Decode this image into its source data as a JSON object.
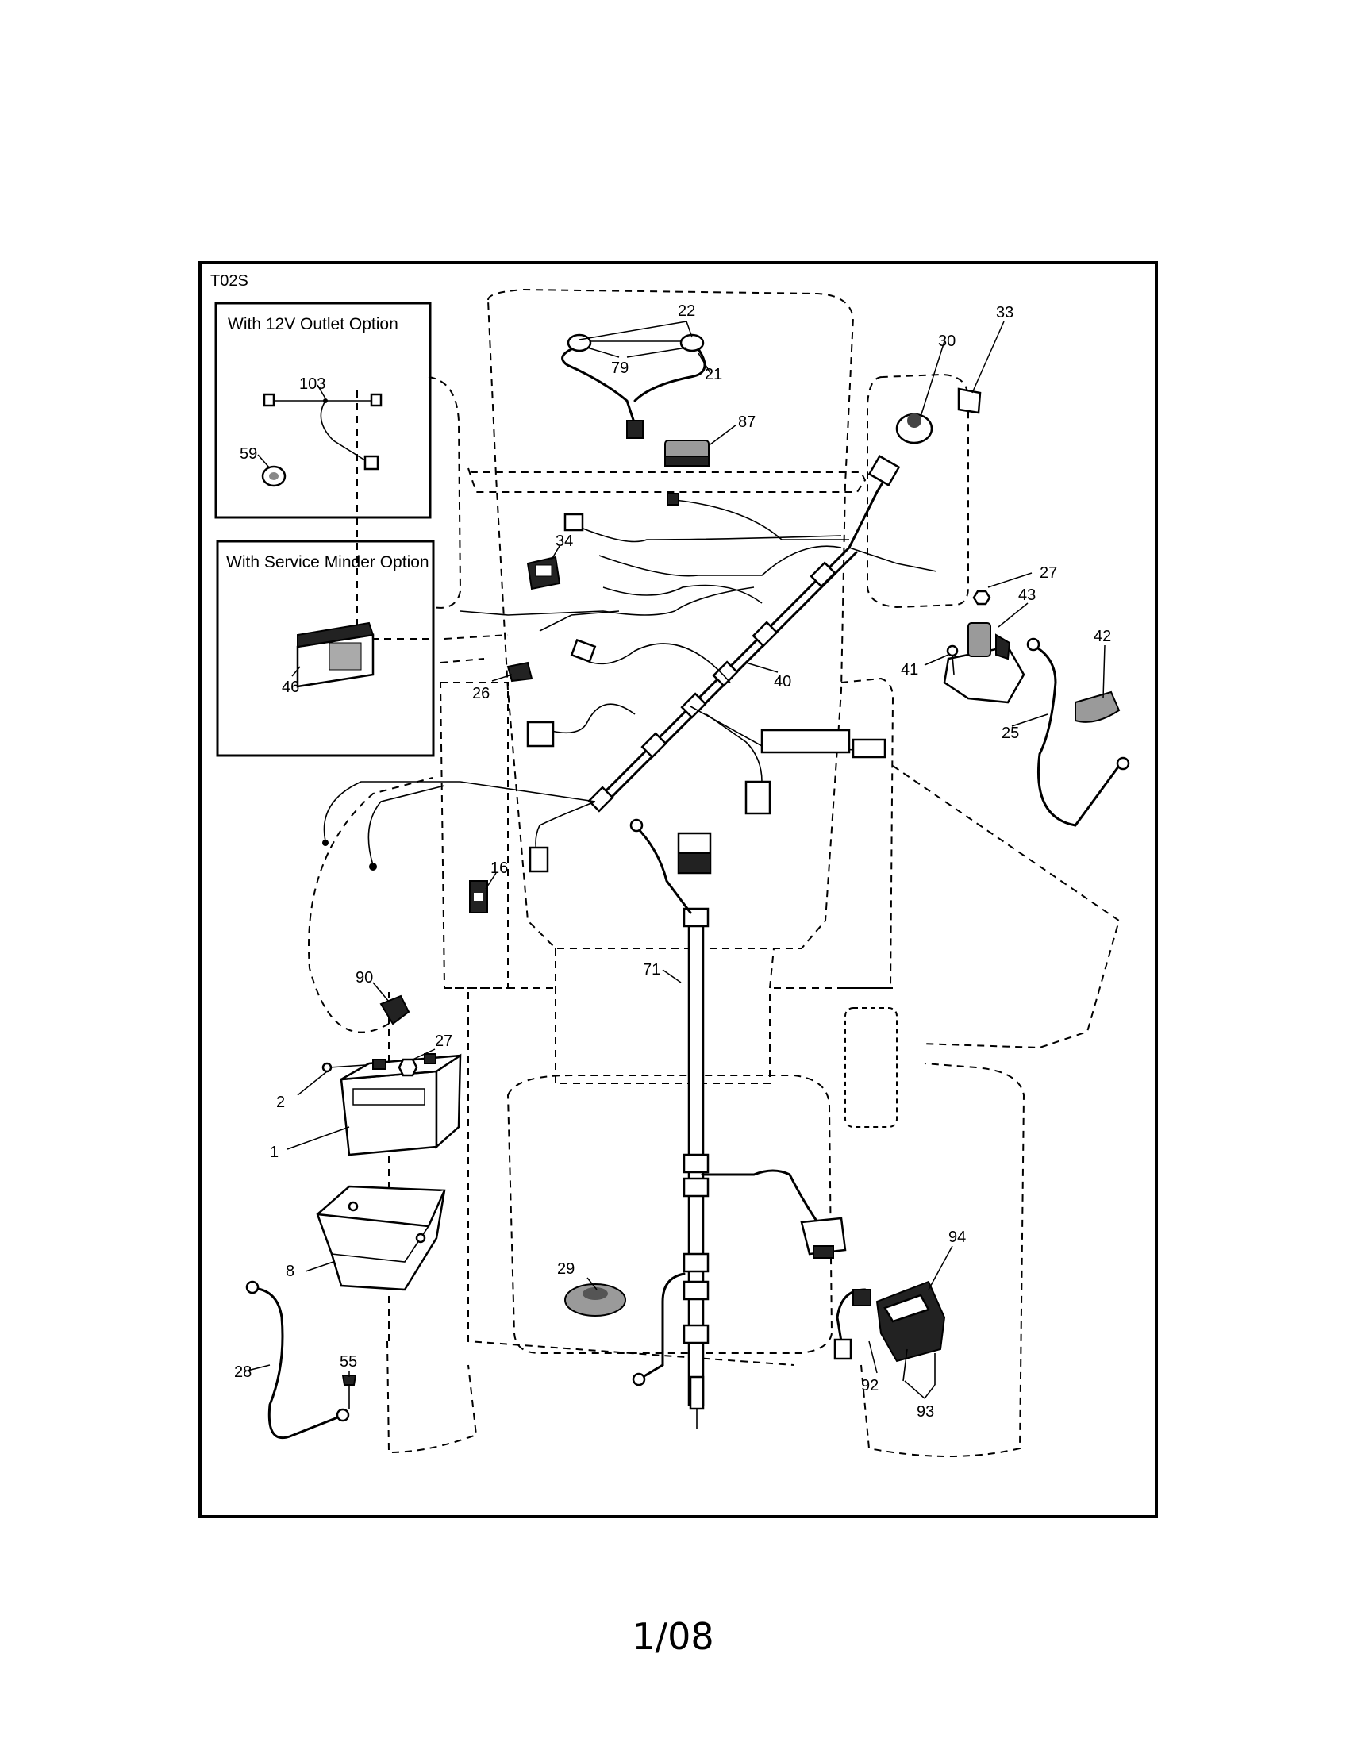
{
  "diagram_code": "T02S",
  "page_footer": "1/08",
  "option_boxes": [
    {
      "title": "With 12V Outlet Option"
    },
    {
      "title": "With Service Minder Option"
    }
  ],
  "callouts": [
    "22",
    "79",
    "21",
    "87",
    "30",
    "33",
    "103",
    "59",
    "34",
    "27",
    "43",
    "42",
    "41",
    "40",
    "26",
    "46",
    "25",
    "16",
    "71",
    "90",
    "27",
    "2",
    "1",
    "8",
    "94",
    "29",
    "28",
    "55",
    "92",
    "93"
  ]
}
